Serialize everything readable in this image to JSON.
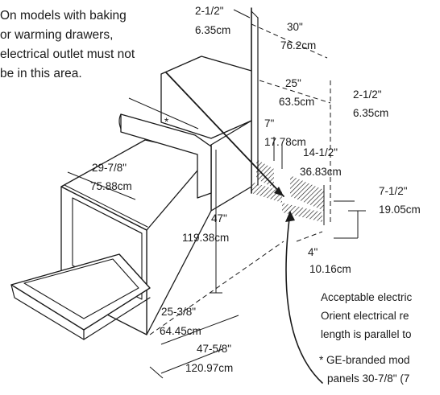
{
  "note": {
    "lines": [
      "On models with baking",
      "or warming drawers,",
      "electrical outlet must not",
      "be in this area."
    ]
  },
  "dimensions": {
    "d_2_5_top": {
      "in": "2-1/2\"",
      "cm": "6.35cm"
    },
    "d_30": {
      "in": "30\"",
      "cm": "76.2cm"
    },
    "d_25": {
      "in": "25\"",
      "cm": "63.5cm"
    },
    "d_2_5_right": {
      "in": "2-1/2\"",
      "cm": "6.35cm"
    },
    "d_7": {
      "in": "7\"",
      "cm": "17.78cm"
    },
    "d_14_5": {
      "in": "14-1/2\"",
      "cm": "36.83cm"
    },
    "d_7_5": {
      "in": "7-1/2\"",
      "cm": "19.05cm"
    },
    "d_4": {
      "in": "4\"",
      "cm": "10.16cm"
    },
    "d_29_78": {
      "in": "29-7/8\"",
      "cm": "75.88cm"
    },
    "d_47": {
      "in": "47\"",
      "cm": "119.38cm"
    },
    "d_25_38": {
      "in": "25-3/8\"",
      "cm": "64.45cm"
    },
    "d_47_58": {
      "in": "47-5/8\"",
      "cm": "120.97cm"
    }
  },
  "asterisk_mark": "*",
  "callout": {
    "lines": [
      "Acceptable electric",
      "Orient electrical re",
      "length is parallel to"
    ]
  },
  "footnote": {
    "lines": [
      "* GE-branded mod",
      "panels 30-7/8\" (7"
    ]
  }
}
